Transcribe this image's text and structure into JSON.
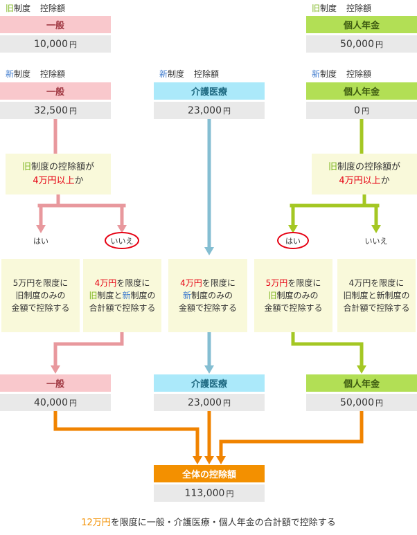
{
  "labels": {
    "old_char": "旧",
    "new_char": "新",
    "system": "制度",
    "deduction": "控除額",
    "yes": "はい",
    "no": "いいえ",
    "yen": "円"
  },
  "categories": {
    "general": "一般",
    "care": "介護医療",
    "pension": "個人年金",
    "total": "全体の控除額"
  },
  "amounts": {
    "old_general": "10,000",
    "old_pension": "50,000",
    "new_general": "32,500",
    "new_care": "23,000",
    "new_pension": "0",
    "result_general": "40,000",
    "result_care": "23,000",
    "result_pension": "50,000",
    "total": "113,000"
  },
  "decision": {
    "line1_old": "旧",
    "line1_rest": "制度の控除額が",
    "line2_threshold": "4万円以上",
    "line2_rest": "か"
  },
  "process": {
    "p1": {
      "l1": "5万円を限度に",
      "l2": "旧制度のみの",
      "l3": "金額で控除する"
    },
    "p2": {
      "l1_hl": "4万円",
      "l1_rest": "を限度に",
      "l2_old": "旧",
      "l2_a": "制度と",
      "l2_new": "新",
      "l2_b": "制度の",
      "l3": "合計額で控除する"
    },
    "p3": {
      "l1_hl": "4万円",
      "l1_rest": "を限度に",
      "l2_new": "新",
      "l2_rest": "制度のみの",
      "l3": "金額で控除する"
    },
    "p4": {
      "l1_hl": "5万円",
      "l1_rest": "を限度に",
      "l2_old": "旧",
      "l2_rest": "制度のみの",
      "l3": "金額で控除する"
    },
    "p5": {
      "l1": "4万円を限度に",
      "l2": "旧制度と新制度の",
      "l3": "合計額で控除する"
    }
  },
  "footnote": {
    "highlight": "12万円",
    "rest": "を限度に一般・介護医療・個人年金の合計額で控除する"
  },
  "colors": {
    "pink_bg": "#f9c8cc",
    "pink_text": "#a13a44",
    "green_bg": "#b2df55",
    "green_text": "#3c5a10",
    "blue_bg": "#abe9fa",
    "blue_text": "#1f6a82",
    "gray_bg": "#e9e9e9",
    "yellow_bg": "#f9f9da",
    "orange": "#f39000",
    "arrow_pink": "#e8989d",
    "arrow_blue": "#84bed2",
    "arrow_green": "#a4c723",
    "arrow_orange": "#f08300",
    "red": "#e60012",
    "old_char": "#7cb51e",
    "new_char": "#3e7bce",
    "text": "#333333"
  }
}
